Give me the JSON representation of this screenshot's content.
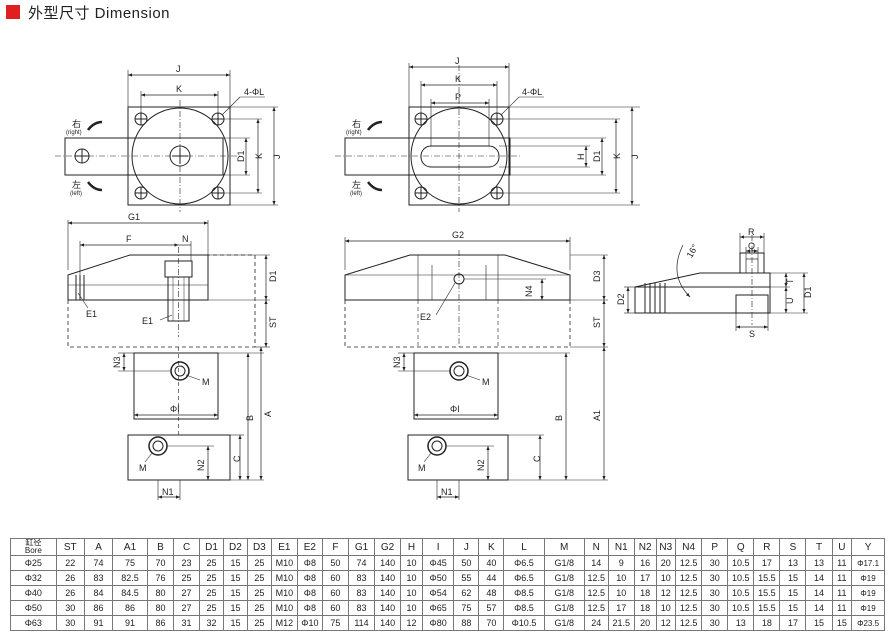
{
  "title": "外型尺寸 Dimension",
  "labels": {
    "J": "J",
    "K": "K",
    "P": "P",
    "L4": "4-ΦL",
    "right_cn": "右",
    "right_en": "(right)",
    "left_cn": "左",
    "left_en": "(left)",
    "D1": "D1",
    "D2": "D2",
    "D3": "D3",
    "H": "H",
    "G1": "G1",
    "G2": "G2",
    "F": "F",
    "N": "N",
    "E1": "E1",
    "E2": "E2",
    "ST": "ST",
    "N3": "N3",
    "N4": "N4",
    "M": "M",
    "PhiI": "ΦI",
    "B": "B",
    "A": "A",
    "A1": "A1",
    "C": "C",
    "N2": "N2",
    "N1": "N1",
    "angle": "16°",
    "R": "R",
    "Q": "Q",
    "T": "T",
    "U": "U",
    "S": "S"
  },
  "table": {
    "bore_cn": "缸径",
    "bore_en": "Bore",
    "headers": [
      "ST",
      "A",
      "A1",
      "B",
      "C",
      "D1",
      "D2",
      "D3",
      "E1",
      "E2",
      "F",
      "G1",
      "G2",
      "H",
      "I",
      "J",
      "K",
      "L",
      "M",
      "N",
      "N1",
      "N2",
      "N3",
      "N4",
      "P",
      "Q",
      "R",
      "S",
      "T",
      "U",
      "Y"
    ],
    "rows": [
      [
        "Φ25",
        "22",
        "74",
        "75",
        "70",
        "23",
        "25",
        "15",
        "25",
        "M10",
        "Φ8",
        "50",
        "74",
        "140",
        "10",
        "Φ45",
        "50",
        "40",
        "Φ6.5",
        "G1/8",
        "14",
        "9",
        "16",
        "20",
        "12.5",
        "30",
        "10.5",
        "17",
        "13",
        "13",
        "11",
        "Φ17.1"
      ],
      [
        "Φ32",
        "26",
        "83",
        "82.5",
        "76",
        "25",
        "25",
        "15",
        "25",
        "M10",
        "Φ8",
        "60",
        "83",
        "140",
        "10",
        "Φ50",
        "55",
        "44",
        "Φ6.5",
        "G1/8",
        "12.5",
        "10",
        "17",
        "10",
        "12.5",
        "30",
        "10.5",
        "15.5",
        "15",
        "14",
        "11",
        "Φ19"
      ],
      [
        "Φ40",
        "26",
        "84",
        "84.5",
        "80",
        "27",
        "25",
        "15",
        "25",
        "M10",
        "Φ8",
        "60",
        "83",
        "140",
        "10",
        "Φ54",
        "62",
        "48",
        "Φ8.5",
        "G1/8",
        "12.5",
        "10",
        "18",
        "12",
        "12.5",
        "30",
        "10.5",
        "15.5",
        "15",
        "14",
        "11",
        "Φ19"
      ],
      [
        "Φ50",
        "30",
        "86",
        "86",
        "80",
        "27",
        "25",
        "15",
        "25",
        "M10",
        "Φ8",
        "60",
        "83",
        "140",
        "10",
        "Φ65",
        "75",
        "57",
        "Φ8.5",
        "G1/8",
        "12.5",
        "17",
        "18",
        "10",
        "12.5",
        "30",
        "10.5",
        "15.5",
        "15",
        "14",
        "11",
        "Φ19"
      ],
      [
        "Φ63",
        "30",
        "91",
        "91",
        "86",
        "31",
        "32",
        "15",
        "25",
        "M12",
        "Φ10",
        "75",
        "114",
        "140",
        "12",
        "Φ80",
        "88",
        "70",
        "Φ10.5",
        "G1/8",
        "24",
        "21.5",
        "20",
        "12",
        "12.5",
        "30",
        "13",
        "18",
        "17",
        "15",
        "15",
        "Φ23.5"
      ]
    ]
  }
}
